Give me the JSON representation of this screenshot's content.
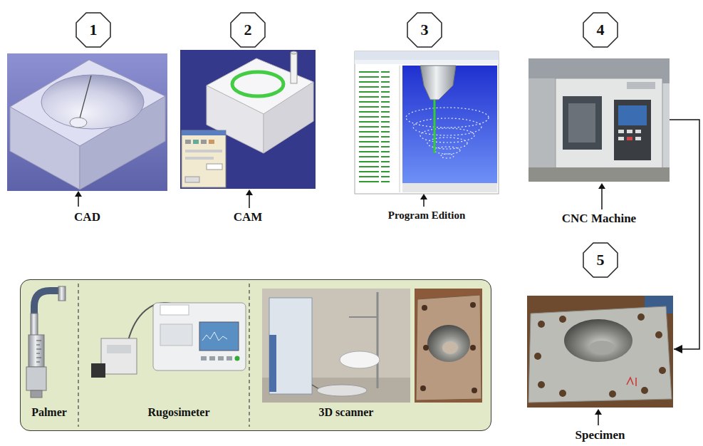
{
  "diagram": {
    "nodes": [
      {
        "text": [
          "1"
        ]
      },
      {
        "text": [
          "2"
        ]
      },
      {
        "text": [
          "3"
        ]
      },
      {
        "text": [
          "4"
        ]
      },
      {
        "text": [
          "CAD"
        ]
      },
      {
        "text": [
          "CAM"
        ]
      },
      {
        "text": [
          "Program Edition"
        ]
      },
      {
        "text": [
          "CNC Machine"
        ]
      },
      {
        "text": [
          "5"
        ]
      },
      {
        "text": [
          "Palmer",
          "Rugosimeter",
          "3D scanner"
        ]
      },
      {
        "text": [
          "Specimen"
        ]
      }
    ],
    "edges": [
      {
        "from": 7,
        "to": 10,
        "arrow": "to"
      }
    ]
  }
}
